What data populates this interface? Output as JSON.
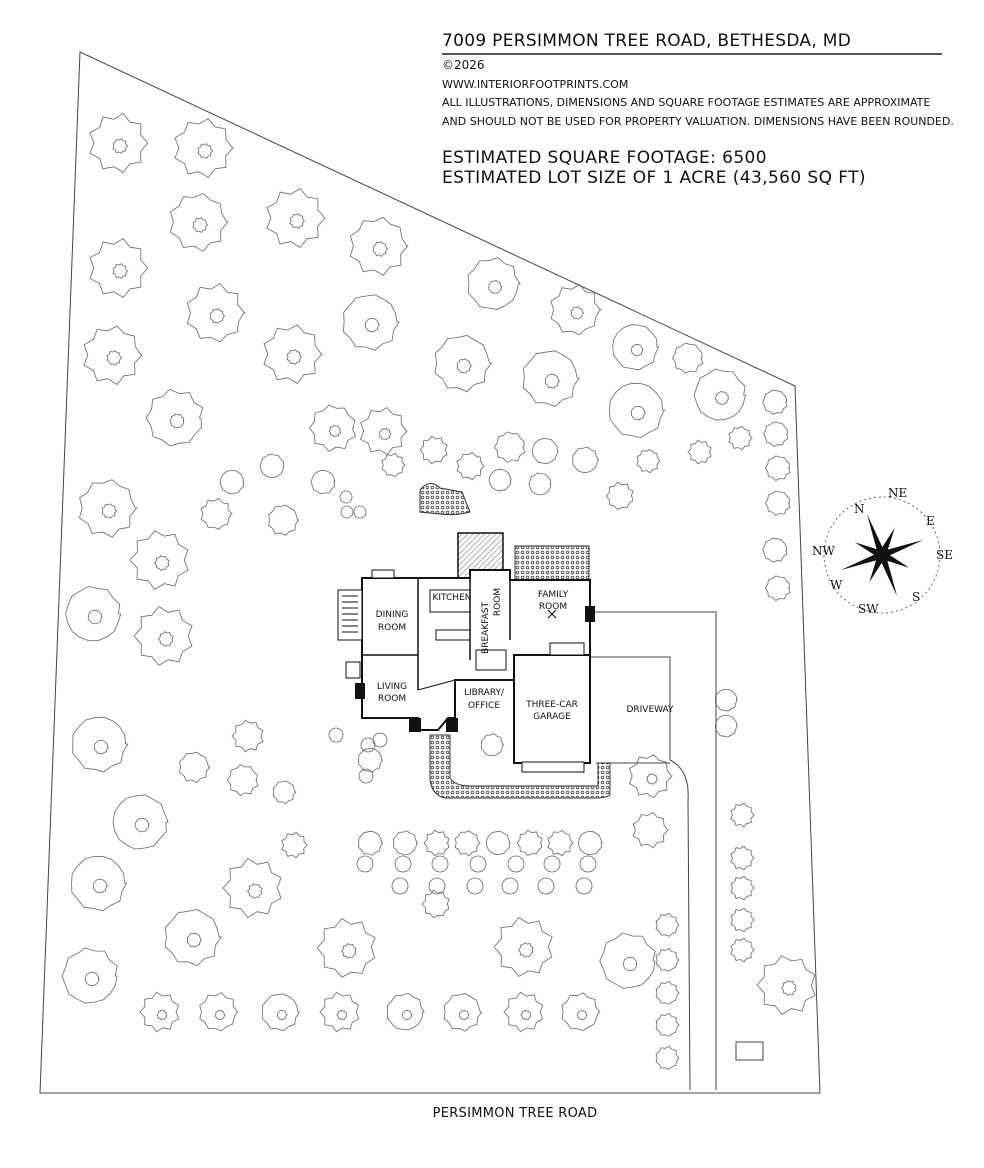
{
  "header": {
    "address": "7009 PERSIMMON TREE ROAD, BETHESDA, MD",
    "copyright": "©2026",
    "website": "WWW.INTERIORFOOTPRINTS.COM",
    "disclaimer_line1": "ALL ILLUSTRATIONS, DIMENSIONS AND SQUARE FOOTAGE ESTIMATES ARE APPROXIMATE",
    "disclaimer_line2": "AND  SHOULD NOT BE USED FOR PROPERTY VALUATION. DIMENSIONS HAVE BEEN ROUNDED.",
    "square_footage": "ESTIMATED SQUARE FOOTAGE: 6500",
    "lot_size": "ESTIMATED LOT SIZE OF 1 ACRE (43,560 SQ FT)"
  },
  "rooms": {
    "dining_1": "DINING",
    "dining_2": "ROOM",
    "kitchen": "KITCHEN",
    "breakfast_1": "BREAKFAST",
    "breakfast_2": "ROOM",
    "family_1": "FAMILY",
    "family_2": "ROOM",
    "living_1": "LIVING",
    "living_2": "ROOM",
    "library_1": "LIBRARY/",
    "library_2": "OFFICE",
    "garage_1": "THREE-CAR",
    "garage_2": "GARAGE",
    "driveway": "DRIVEWAY"
  },
  "compass": {
    "n": "N",
    "ne": "NE",
    "e": "E",
    "se": "SE",
    "s": "S",
    "sw": "SW",
    "w": "W",
    "nw": "NW"
  },
  "road": "PERSIMMON TREE ROAD"
}
